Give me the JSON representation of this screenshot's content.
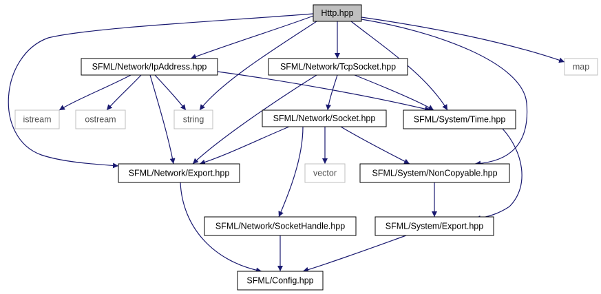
{
  "diagram": {
    "colors": {
      "edge": "#191970",
      "node_border": "#000000",
      "external_border": "#bfbfbf",
      "root_fill": "#bfbfbf",
      "node_fill": "#ffffff"
    },
    "nodes": [
      {
        "id": "http",
        "label": "Http.hpp",
        "kind": "root"
      },
      {
        "id": "ipaddress",
        "label": "SFML/Network/IpAddress.hpp",
        "kind": "header"
      },
      {
        "id": "tcpsocket",
        "label": "SFML/Network/TcpSocket.hpp",
        "kind": "header"
      },
      {
        "id": "map",
        "label": "map",
        "kind": "external"
      },
      {
        "id": "istream",
        "label": "istream",
        "kind": "external"
      },
      {
        "id": "ostream",
        "label": "ostream",
        "kind": "external"
      },
      {
        "id": "string",
        "label": "string",
        "kind": "external"
      },
      {
        "id": "socket",
        "label": "SFML/Network/Socket.hpp",
        "kind": "header"
      },
      {
        "id": "time",
        "label": "SFML/System/Time.hpp",
        "kind": "header"
      },
      {
        "id": "netexport",
        "label": "SFML/Network/Export.hpp",
        "kind": "header"
      },
      {
        "id": "vector",
        "label": "vector",
        "kind": "external"
      },
      {
        "id": "noncopyable",
        "label": "SFML/System/NonCopyable.hpp",
        "kind": "header"
      },
      {
        "id": "sockethandle",
        "label": "SFML/Network/SocketHandle.hpp",
        "kind": "header"
      },
      {
        "id": "sysexport",
        "label": "SFML/System/Export.hpp",
        "kind": "header"
      },
      {
        "id": "config",
        "label": "SFML/Config.hpp",
        "kind": "header"
      }
    ],
    "edges": [
      {
        "from": "http",
        "to": "ipaddress"
      },
      {
        "from": "http",
        "to": "tcpsocket"
      },
      {
        "from": "http",
        "to": "map"
      },
      {
        "from": "http",
        "to": "string"
      },
      {
        "from": "http",
        "to": "netexport"
      },
      {
        "from": "http",
        "to": "time"
      },
      {
        "from": "http",
        "to": "noncopyable"
      },
      {
        "from": "ipaddress",
        "to": "istream"
      },
      {
        "from": "ipaddress",
        "to": "ostream"
      },
      {
        "from": "ipaddress",
        "to": "string"
      },
      {
        "from": "ipaddress",
        "to": "netexport"
      },
      {
        "from": "ipaddress",
        "to": "time"
      },
      {
        "from": "tcpsocket",
        "to": "socket"
      },
      {
        "from": "tcpsocket",
        "to": "time"
      },
      {
        "from": "tcpsocket",
        "to": "netexport"
      },
      {
        "from": "socket",
        "to": "netexport"
      },
      {
        "from": "socket",
        "to": "vector"
      },
      {
        "from": "socket",
        "to": "noncopyable"
      },
      {
        "from": "socket",
        "to": "sockethandle"
      },
      {
        "from": "time",
        "to": "sysexport"
      },
      {
        "from": "noncopyable",
        "to": "sysexport"
      },
      {
        "from": "netexport",
        "to": "config"
      },
      {
        "from": "sockethandle",
        "to": "config"
      },
      {
        "from": "sysexport",
        "to": "config"
      }
    ]
  }
}
